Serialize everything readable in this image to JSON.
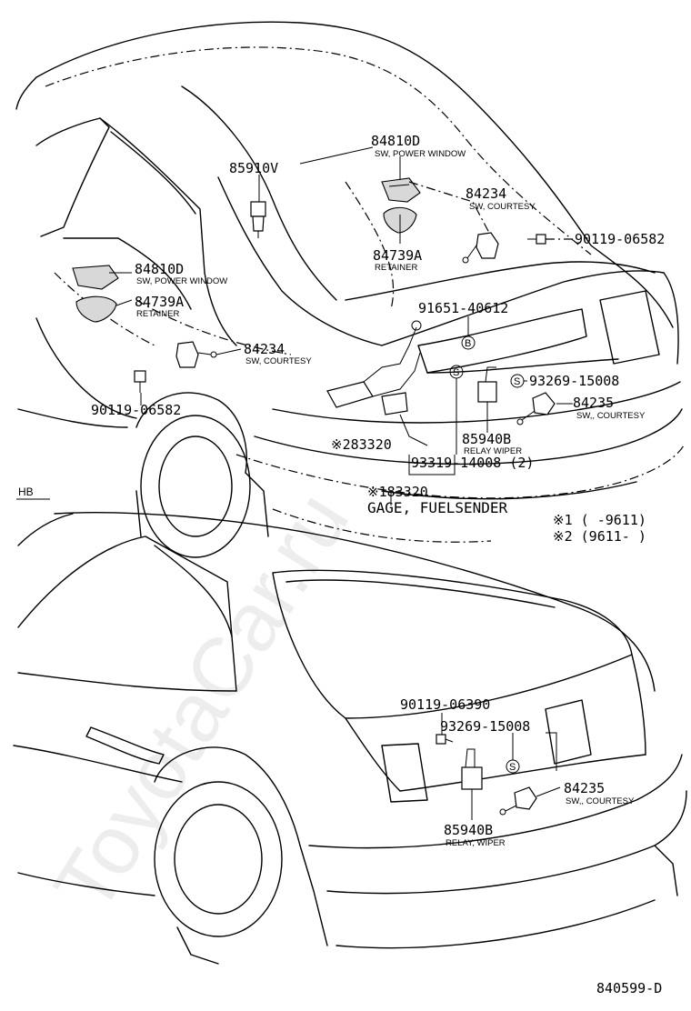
{
  "watermark": "ToyotaCar.ru",
  "section_label": "HB",
  "diagram_code": "840599-D",
  "legend": {
    "line1": "※1 (     -9611)",
    "line2": "※2 (9611-     )"
  },
  "circle_letters": {
    "b": "B",
    "s": "S"
  },
  "upper_callouts": {
    "c_84810D_top": "84810D",
    "c_84810D_top_desc": "SW, POWER WINDOW",
    "c_85910V": "85910V",
    "c_84234_top": "84234",
    "c_84234_top_desc": "SW, COURTESY",
    "c_84739A_top": "84739A",
    "c_84739A_top_desc": "RETAINER",
    "c_90119_06582_r": "90119-06582",
    "c_84810D_left": "84810D",
    "c_84810D_left_desc": "SW, POWER WINDOW",
    "c_84739A_left": "84739A",
    "c_84739A_left_desc": "RETAINER",
    "c_91651_40612": "91651-40612",
    "c_84234_left": "84234",
    "c_84234_left_desc": "SW, COURTESY",
    "c_93269_15008_top": "93269-15008",
    "c_84235_top": "84235",
    "c_84235_top_desc": "SW,, COURTESY",
    "c_90119_06582_l": "90119-06582",
    "c_85940B_top": "85940B",
    "c_85940B_top_desc": "RELAY WIPER",
    "c_283320": "※283320",
    "c_93319_14008": "93319-14008 (2)",
    "c_183320": "※183320",
    "c_gage": "GAGE, FUELSENDER"
  },
  "lower_callouts": {
    "c_90119_06390": "90119-06390",
    "c_93269_15008_bot": "93269-15008",
    "c_84235_bot": "84235",
    "c_84235_bot_desc": "SW,, COURTESY",
    "c_85940B_bot": "85940B",
    "c_85940B_bot_desc": "RELAY, WIPER"
  }
}
